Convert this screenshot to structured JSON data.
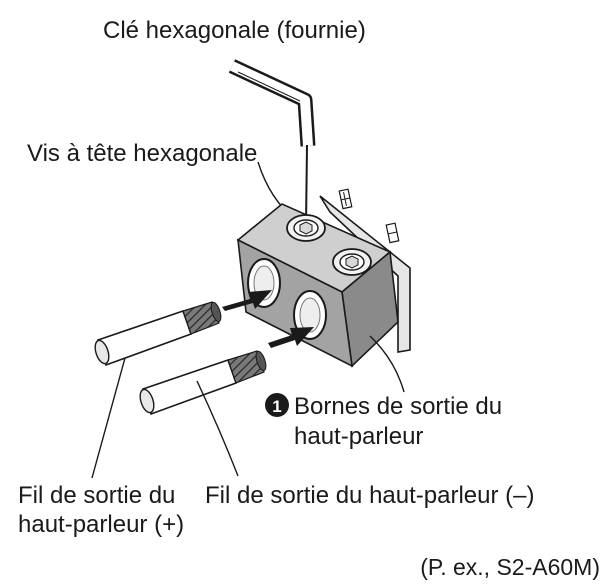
{
  "labels": {
    "hex_key": "Clé hexagonale (fournie)",
    "hex_screw": "Vis à tête hexagonale",
    "terminal_number": "1",
    "terminal_line1": "Bornes de sortie du",
    "terminal_line2": "haut-parleur",
    "wire_plus_line1": "Fil de sortie du",
    "wire_plus_line2": "haut-parleur (+)",
    "wire_minus": "Fil de sortie du haut-parleur (–)",
    "example_note": "(P. ex., S2-A60M)"
  },
  "colors": {
    "ink": "#1a1a1a",
    "block_front": "#a3a3a3",
    "block_top": "#cfcfcf",
    "block_side": "#8a8a8a",
    "bracket": "#e6e6e6"
  }
}
